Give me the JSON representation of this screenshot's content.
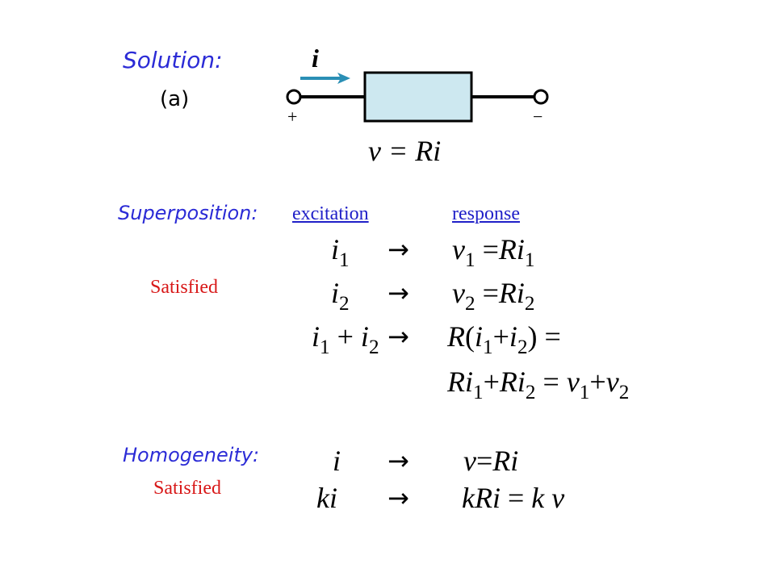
{
  "solution": {
    "title": "Solution:",
    "part": "(a)"
  },
  "circuit": {
    "current_label": "i",
    "plus": "+",
    "minus": "−",
    "equation": "v = Ri",
    "arrow_color": "#2a8fb5",
    "resistor_fill": "#cde8f0"
  },
  "superposition": {
    "title": "Superposition:",
    "status": "Satisfied",
    "col_excitation": "excitation",
    "col_response": "response",
    "arrow": "→"
  },
  "homogeneity": {
    "title": "Homogeneity:",
    "status": "Satisfied",
    "arrow": "→"
  },
  "colors": {
    "heading_blue": "#2b2bd6",
    "status_red": "#d81818"
  }
}
